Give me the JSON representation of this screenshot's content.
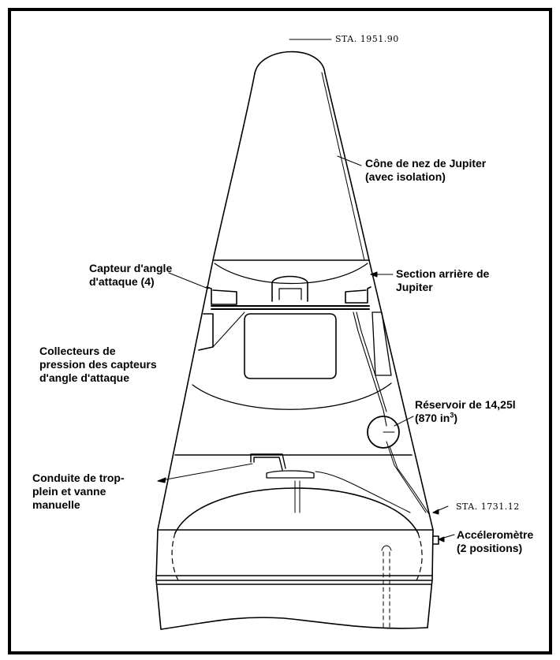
{
  "stations": {
    "top": "STA. 1951.90",
    "bottom": "STA. 1731.12"
  },
  "labels": {
    "nose_cone_1": "Cône de nez de Jupiter",
    "nose_cone_2": "(avec isolation)",
    "aoa_sensor_1": "Capteur d'angle",
    "aoa_sensor_2": "d'attaque (4)",
    "aft_section_1": "Section arrière de",
    "aft_section_2": "Jupiter",
    "manifolds_1": "Collecteurs de",
    "manifolds_2": "pression des capteurs",
    "manifolds_3": "d'angle d'attaque",
    "reservoir_1": "Réservoir de 14,25l",
    "reservoir_2a": "(870 in",
    "reservoir_2sup": "3",
    "reservoir_2b": ")",
    "overflow_1": "Conduite de trop-",
    "overflow_2": "plein et vanne",
    "overflow_3": "manuelle",
    "accel_1": "Accéleromètre",
    "accel_2": "(2 positions)"
  }
}
